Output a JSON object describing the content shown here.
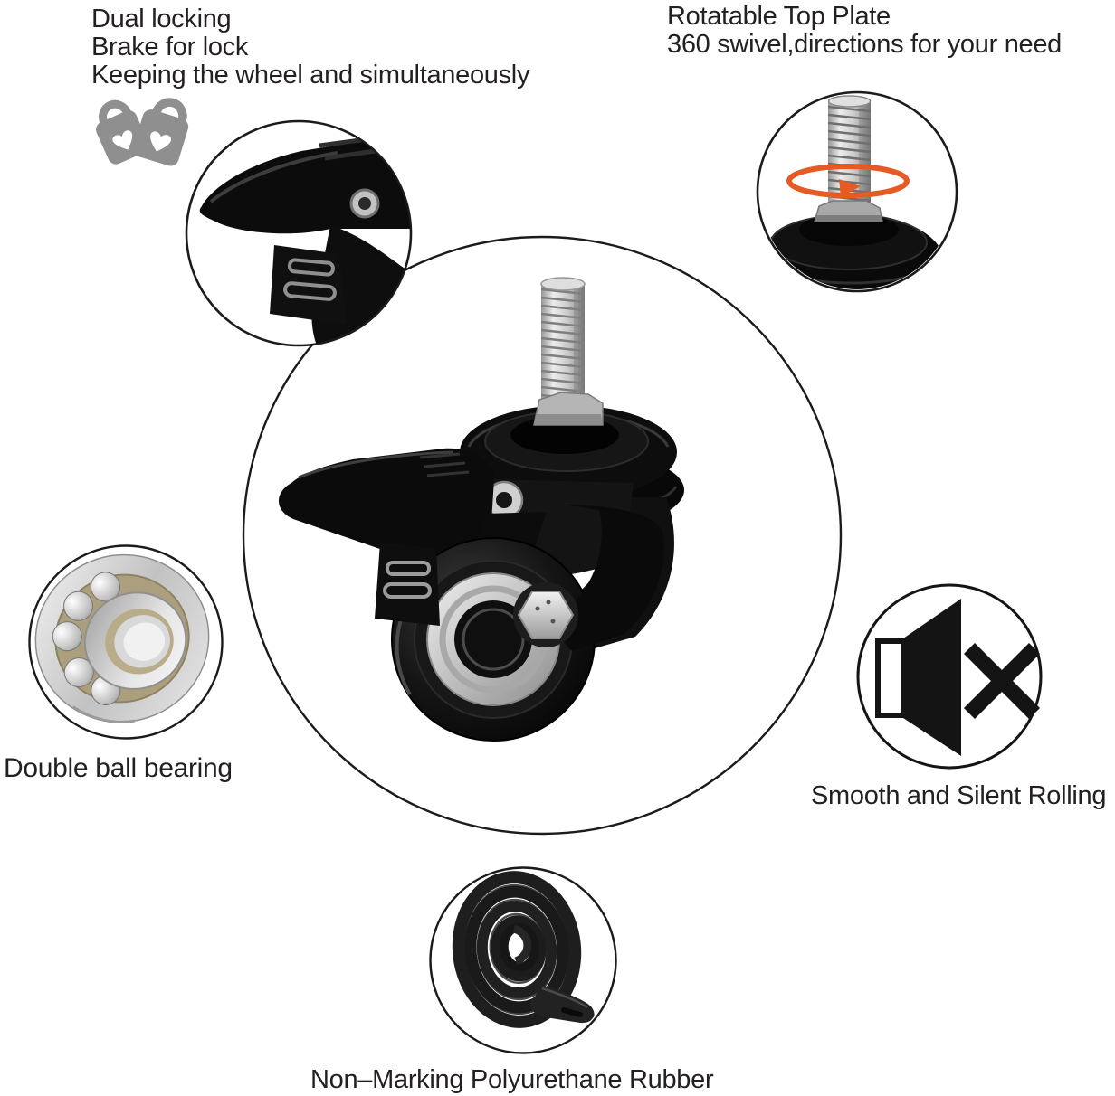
{
  "page": {
    "type": "product-feature-infographic",
    "subject": "swivel caster wheel with brake",
    "background": "#ffffff"
  },
  "callouts": {
    "dual_locking": {
      "lines": [
        "Dual locking",
        "Brake for lock",
        "Keeping the wheel and simultaneously"
      ]
    },
    "rotatable_top_plate": {
      "lines": [
        "Rotatable Top Plate",
        "360 swivel,directions for your need"
      ]
    },
    "double_ball_bearing": {
      "label": "Double ball bearing"
    },
    "smooth_silent": {
      "label": "Smooth and Silent Rolling"
    },
    "non_marking": {
      "label": "Non–Marking Polyurethane Rubber"
    }
  },
  "icons": {
    "padlocks": "dual-lock-padlocks-icon",
    "rotation_arrow": "rotation-arrow-icon",
    "mute_speaker": "mute-speaker-icon",
    "brake_closeup": "brake-lever-closeup",
    "stem_closeup": "threaded-stem-closeup",
    "bearing_closeup": "ball-bearing-closeup",
    "rubber_coil": "rubber-strip-coil",
    "main_caster": "caster-wheel-photo"
  },
  "colors": {
    "text": "#242021",
    "circle_outline": "#1b1b1b",
    "padlock_gray": "#8f8f8f",
    "rotation_orange": "#e65b24",
    "metal_silver": "#c9c9c9",
    "bearing_cage_tan": "#ac9f7d",
    "part_black": "#0d0d0d"
  }
}
